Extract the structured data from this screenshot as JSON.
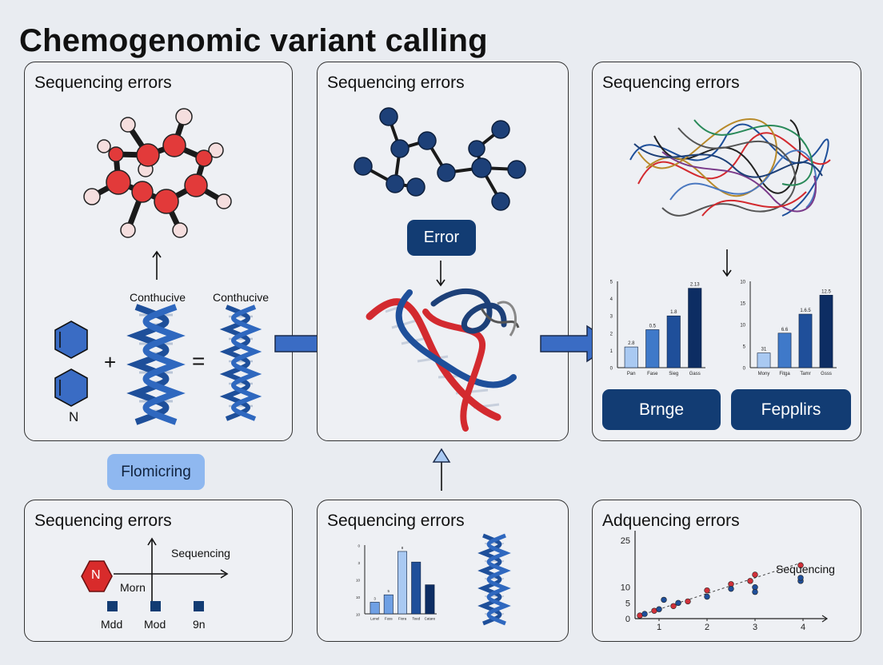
{
  "title": "Chemogenomic variant calling",
  "panels": {
    "p1": {
      "title": "Sequencing errors",
      "label_a": "Conthucive",
      "label_b": "Conthucive",
      "n_label": "N",
      "plus": "+",
      "equals": "="
    },
    "p2": {
      "title": "Sequencing errors",
      "error_button": "Error"
    },
    "p3": {
      "title": "Sequencing errors",
      "button_left": "Brnge",
      "button_right": "Fepplirs"
    },
    "p4": {
      "title": "Sequencing errors",
      "hex_label": "N",
      "axis_label": "Sequencing",
      "morn_label": "Morn",
      "items": [
        "Mdd",
        "Mod",
        "9n"
      ]
    },
    "p5": {
      "title": "Sequencing errors"
    },
    "p6": {
      "title": "Adquencing errors",
      "series_label": "Sequencing"
    }
  },
  "flomicring_button": "Flomicring",
  "chart_data": [
    {
      "type": "bar",
      "categories": [
        "Pan",
        "Fase",
        "Sieg",
        "Gass"
      ],
      "values": [
        1.2,
        2.2,
        3.0,
        4.6
      ],
      "data_labels": [
        "2.8",
        "0.5",
        "1.8",
        "2.13"
      ],
      "ylim": [
        0,
        5
      ],
      "yticks": [
        "0",
        "1",
        "2",
        "3",
        "4",
        "5"
      ],
      "colors": [
        "#a9c9f2",
        "#3f79c9",
        "#1f4f9a",
        "#0d2d63"
      ]
    },
    {
      "type": "bar",
      "categories": [
        "Mony",
        "Fitga",
        "Tamr",
        "Gsss"
      ],
      "values": [
        1.7,
        4.0,
        6.2,
        8.4
      ],
      "data_labels": [
        "31",
        "6.6",
        "1.6.5",
        "12.5"
      ],
      "ylim": [
        0,
        10
      ],
      "yticks": [
        "0",
        "5",
        "10",
        "15",
        "10"
      ],
      "colors": [
        "#a9c9f2",
        "#3f79c9",
        "#1f4f9a",
        "#0d2d63"
      ]
    },
    {
      "type": "bar",
      "categories": [
        "Lenel",
        "Fuss",
        "Fiora",
        "Teed",
        "Catare"
      ],
      "values": [
        2.2,
        3.6,
        11.8,
        9.8,
        5.5
      ],
      "data_labels": [
        "3",
        "5",
        "8",
        "",
        ""
      ],
      "ylim": [
        0,
        13
      ],
      "yticks": [
        "10",
        "10",
        "10",
        "3",
        "0"
      ],
      "colors": [
        "#6fa0e4",
        "#6fa0e4",
        "#a9c9f2",
        "#1f4f9a",
        "#0d2d63"
      ]
    },
    {
      "type": "scatter",
      "xticks": [
        "1",
        "2",
        "3",
        "4"
      ],
      "yticks": [
        "0",
        "5",
        "10",
        "25"
      ],
      "xlim": [
        0.5,
        4.5
      ],
      "ylim": [
        0,
        28
      ],
      "series": [
        {
          "name": "",
          "color": "#d0313a",
          "points": [
            [
              0.6,
              1
            ],
            [
              0.9,
              2.5
            ],
            [
              1.3,
              4
            ],
            [
              1.6,
              5.5
            ],
            [
              2.0,
              9
            ],
            [
              2.5,
              11
            ],
            [
              2.9,
              12
            ],
            [
              3.0,
              14
            ],
            [
              3.95,
              17
            ]
          ]
        },
        {
          "name": "",
          "color": "#1f4f9a",
          "points": [
            [
              0.7,
              1.5
            ],
            [
              1.0,
              3
            ],
            [
              1.1,
              6
            ],
            [
              1.4,
              5
            ],
            [
              2.0,
              7
            ],
            [
              2.5,
              9.5
            ],
            [
              3.0,
              10
            ],
            [
              3.0,
              8.5
            ],
            [
              3.95,
              12
            ],
            [
              3.95,
              13
            ]
          ]
        }
      ]
    }
  ]
}
